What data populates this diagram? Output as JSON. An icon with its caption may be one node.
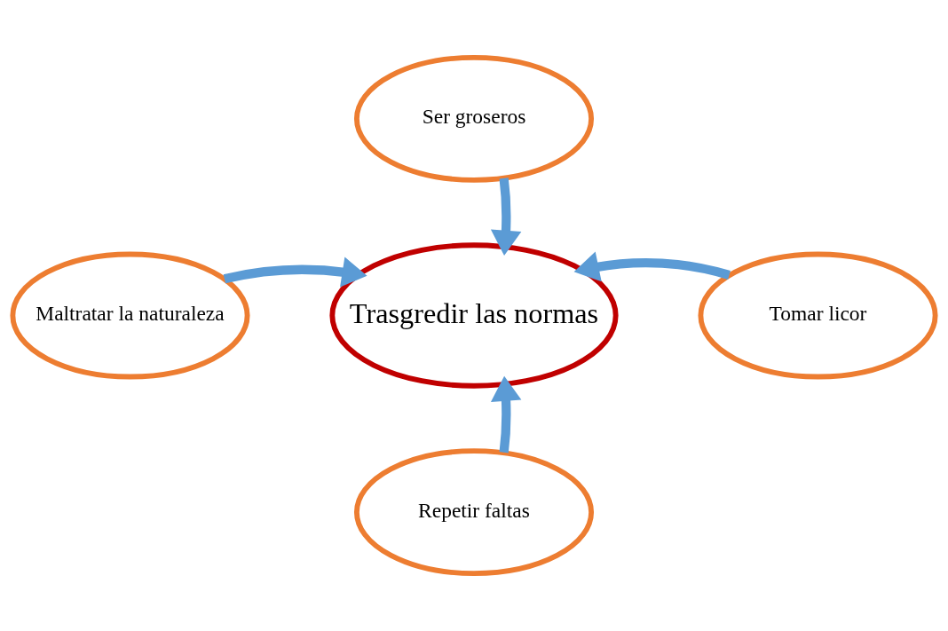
{
  "diagram": {
    "nodes": [
      {
        "text": [
          "Ser groseros"
        ]
      },
      {
        "text": [
          "Maltratar la naturaleza"
        ]
      },
      {
        "text": [
          "Trasgredir las normas"
        ]
      },
      {
        "text": [
          "Tomar licor"
        ]
      },
      {
        "text": [
          "Repetir faltas"
        ]
      }
    ],
    "edges": [
      {
        "from": 0,
        "to": 2,
        "arrow": "to"
      },
      {
        "from": 1,
        "to": 2,
        "arrow": "to"
      },
      {
        "from": 3,
        "to": 2,
        "arrow": "to"
      },
      {
        "from": 4,
        "to": 2,
        "arrow": "to"
      }
    ]
  }
}
